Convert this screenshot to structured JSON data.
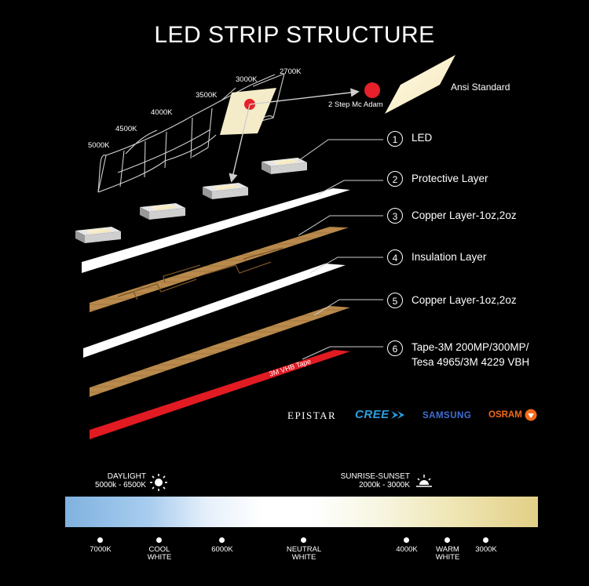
{
  "title": "LED STRIP STRUCTURE",
  "chromaticity": {
    "temps": [
      "5000K",
      "4500K",
      "4000K",
      "3500K",
      "3000K",
      "2700K"
    ],
    "step_label": "2 Step Mc Adam",
    "ansi_label": "Ansi Standard"
  },
  "layers": [
    {
      "num": "1",
      "label": "LED"
    },
    {
      "num": "2",
      "label": "Protective Layer"
    },
    {
      "num": "3",
      "label": "Copper Layer-1oz,2oz"
    },
    {
      "num": "4",
      "label": "Insulation Layer"
    },
    {
      "num": "5",
      "label": "Copper Layer-1oz,2oz"
    },
    {
      "num": "6",
      "label_line1": "Tape-3M 200MP/300MP/",
      "label_line2": "Tesa 4965/3M 4229 VBH"
    }
  ],
  "tape_text": "3M VHB Tape",
  "brands": {
    "epistar": "EPISTAR",
    "cree": "CREE",
    "samsung": "SAMSUNG",
    "osram": "OSRAM"
  },
  "scale": {
    "daylight_title": "DAYLIGHT",
    "daylight_range": "5000k - 6500K",
    "sunrise_title": "SUNRISE-SUNSET",
    "sunrise_range": "2000k - 3000K",
    "markers": [
      {
        "line1": "7000K",
        "line2": ""
      },
      {
        "line1": "COOL",
        "line2": "WHITE"
      },
      {
        "line1": "6000K",
        "line2": ""
      },
      {
        "line1": "NEUTRAL",
        "line2": "WHITE"
      },
      {
        "line1": "4000K",
        "line2": ""
      },
      {
        "line1": "WARM",
        "line2": "WHITE"
      },
      {
        "line1": "3000K",
        "line2": ""
      }
    ]
  },
  "colors": {
    "background": "#000000",
    "tape_red": "#e21a22",
    "copper": "#b98a4c",
    "led_dot": "#e8202a",
    "led_face": "#f4ecc8"
  }
}
